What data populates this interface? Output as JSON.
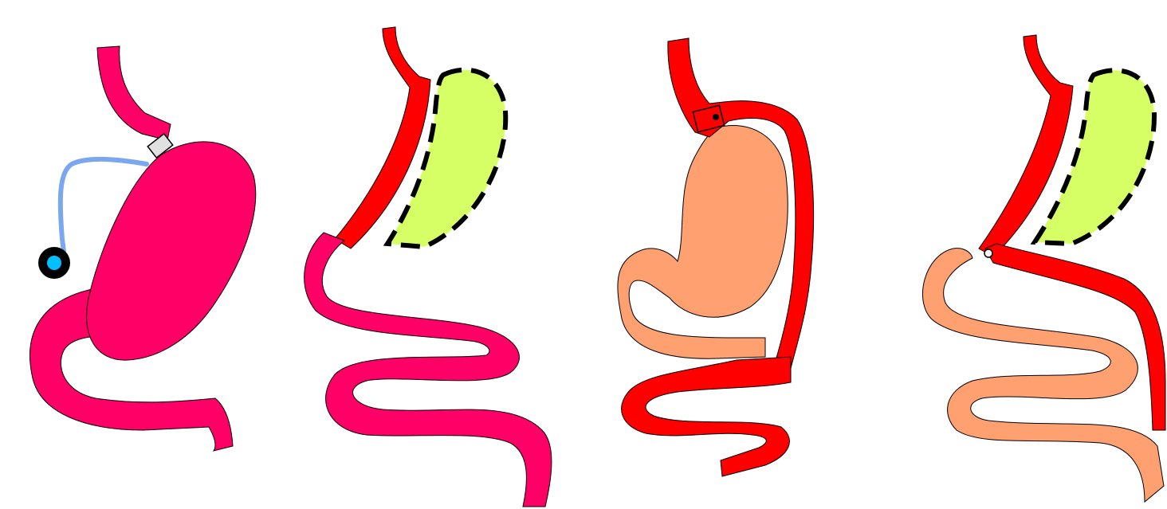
{
  "palette": {
    "background": "#ffffff",
    "magenta": "#ff0066",
    "red": "#ff0000",
    "peach": "#ffa070",
    "lime": "#d6ff66",
    "tube_blue": "#7aa7f0",
    "port_cyan": "#00c0ff",
    "outline": "#000000",
    "band_gray": "#e0e0e0"
  },
  "panels": [
    {
      "id": "gastric-band",
      "icon": "adjustable-gastric-band-icon"
    },
    {
      "id": "gastric-bypass",
      "icon": "roux-en-y-bypass-icon"
    },
    {
      "id": "biliopancreatic",
      "icon": "biliopancreatic-diversion-icon"
    },
    {
      "id": "sleeve-bypass",
      "icon": "sleeve-with-bypass-icon"
    }
  ]
}
